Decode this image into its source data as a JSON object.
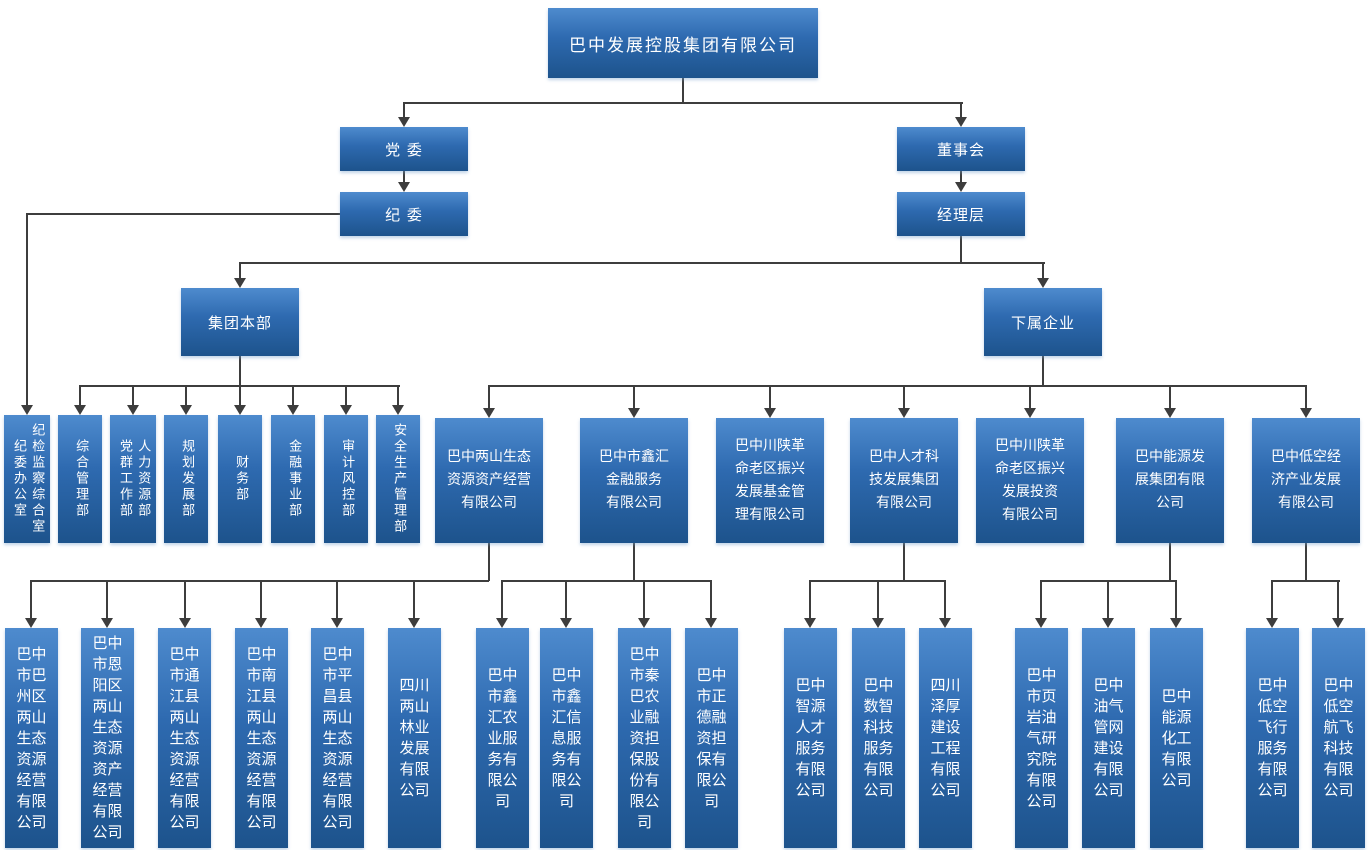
{
  "colors": {
    "node_fill_top": "#4e8bce",
    "node_fill_mid": "#2e6ab0",
    "node_fill_bottom": "#1d538c",
    "node_text": "#ffffff",
    "connector": "#3d3d3d",
    "background": "#ffffff"
  },
  "nodes": {
    "root": "巴中发展控股集团有限公司",
    "party_committee": "党 委",
    "board": "董事会",
    "discipline_committee": "纪 委",
    "management": "经理层",
    "hq": "集团本部",
    "subsidiaries": "下属企业"
  },
  "departments": [
    "纪检监察综合室\n纪委办公室",
    "综合管理部",
    "人力资源部\n党群工作部",
    "规划发展部",
    "财务部",
    "金融事业部",
    "审计风控部",
    "安全生产管理部"
  ],
  "companies": [
    {
      "name": "巴中两山生态\n资源资产经营\n有限公司",
      "children": [
        "巴中市巴州区两山生态资源经营有限公司",
        "巴中市恩阳区两山生态资源资产经营有限公司",
        "巴中市通江县两山生态资源经营有限公司",
        "巴中市南江县两山生态资源经营有限公司",
        "巴中市平昌县两山生态资源经营有限公司",
        "四川两山林业发展有限公司"
      ]
    },
    {
      "name": "巴中市鑫汇\n金融服务\n有限公司",
      "children": [
        "巴中市鑫汇农业服务有限公司",
        "巴中市鑫汇信息服务有限公司",
        "巴中市秦巴农业融资担保股份有限公司",
        "巴中市正德融资担保有限公司"
      ]
    },
    {
      "name": "巴中川陕革\n命老区振兴\n发展基金管\n理有限公司",
      "children": []
    },
    {
      "name": "巴中人才科\n技发展集团\n有限公司",
      "children": [
        "巴中智源人才服务有限公司",
        "巴中数智科技服务有限公司",
        "四川泽厚建设工程有限公司"
      ]
    },
    {
      "name": "巴中川陕革\n命老区振兴\n发展投资\n有限公司",
      "children": []
    },
    {
      "name": "巴中能源发\n展集团有限\n公司",
      "children": [
        "巴中市页岩油气研究院有限公司",
        "巴中油气管网建设有限公司",
        "巴中能源化工有限公司"
      ]
    },
    {
      "name": "巴中低空经\n济产业发展\n有限公司",
      "children": [
        "巴中低空飞行服务有限公司",
        "巴中低空航飞科技有限公司"
      ]
    }
  ]
}
